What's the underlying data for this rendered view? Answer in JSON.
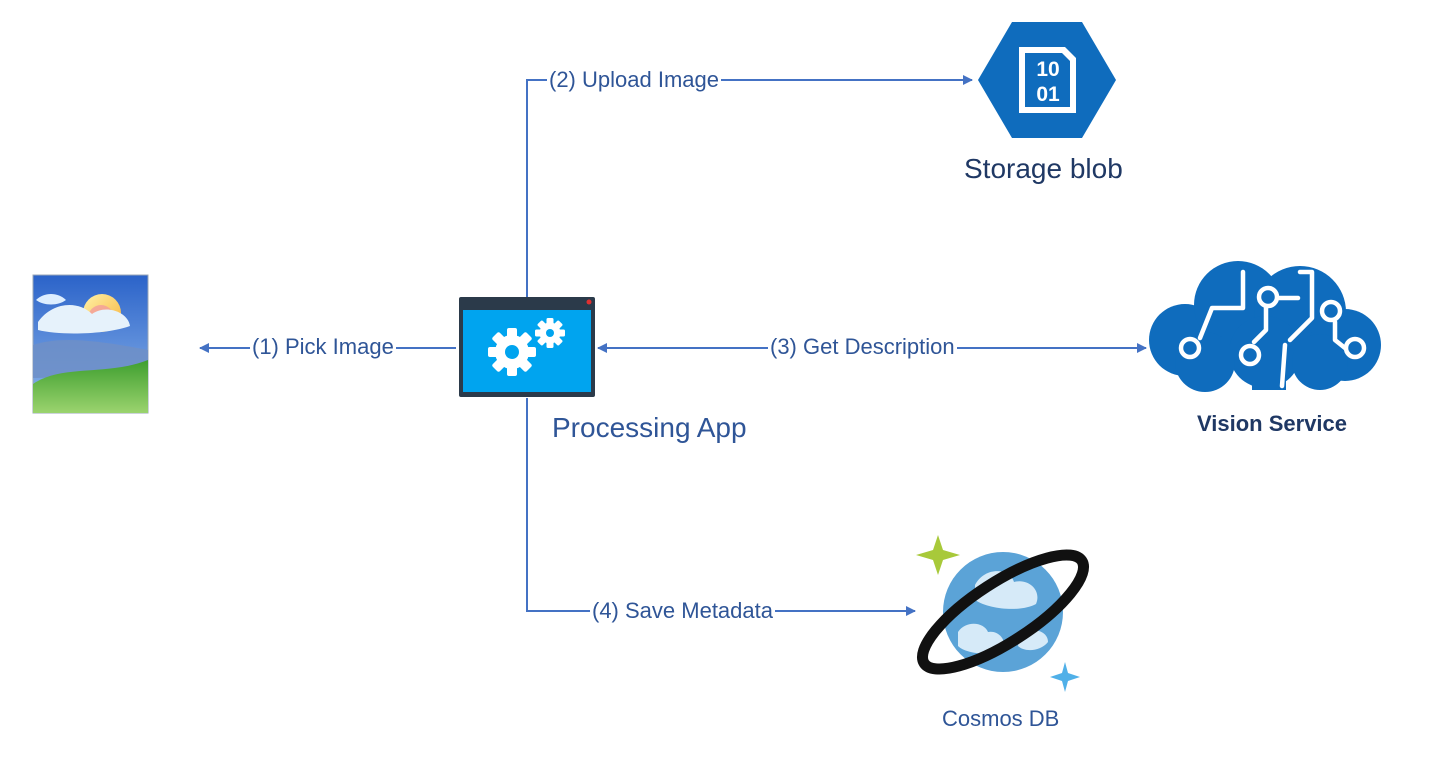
{
  "nodes": {
    "image": {
      "icon": "picture-icon"
    },
    "app": {
      "label": "Processing App",
      "icon": "gears-window-icon"
    },
    "storage": {
      "label": "Storage blob",
      "icon": "blob-hexagon-icon",
      "glyph_top": "10",
      "glyph_bottom": "01"
    },
    "vision": {
      "label": "Vision Service",
      "icon": "brain-circuit-icon"
    },
    "cosmos": {
      "label": "Cosmos DB",
      "icon": "planet-icon"
    }
  },
  "edges": [
    {
      "id": "pick",
      "label": "(1) Pick Image"
    },
    {
      "id": "upload",
      "label": "(2) Upload Image"
    },
    {
      "id": "describe",
      "label": "(3) Get Description"
    },
    {
      "id": "save",
      "label": "(4) Save Metadata"
    }
  ],
  "colors": {
    "connector": "#4472C4",
    "label_text": "#2F5597",
    "azure_blue": "#0F6CBD",
    "app_blue": "#00A4EF",
    "app_frame": "#2B3A4A"
  }
}
